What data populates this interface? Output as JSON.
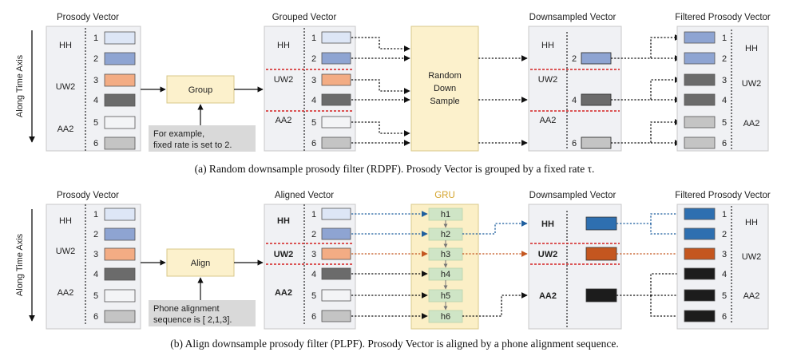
{
  "palette": {
    "c1": "#dde6f6",
    "c2": "#8ea4d2",
    "c3": "#f3ac84",
    "c4": "#6b6b6b",
    "c5": "#f3f4f6",
    "c6": "#c4c4c4",
    "hh_out": "#2e6fb0",
    "uw2_out": "#c4561f",
    "aa2_out": "#1c1c1c",
    "panel": "#f0f1f4",
    "yellow": "#fcf1cc",
    "gru_bg": "#fbefc6",
    "gru_cell": "#cfe5c6",
    "note_bg": "#d9d9d9"
  },
  "axis_label": "Along Time Axis",
  "top": {
    "prosody_title": "Prosody Vector",
    "group_label": "Group",
    "grouped_title": "Grouped Vector",
    "random_lines": [
      "Random",
      "Down",
      "Sample"
    ],
    "downsampled_title": "Downsampled Vector",
    "filtered_title": "Filtered Prosody Vector",
    "note_lines": [
      "For example,",
      "fixed rate is set to 2."
    ],
    "caption": "(a) Random downsample prosody filter (RDPF). Prosody Vector is grouped by a fixed rate τ."
  },
  "bottom": {
    "prosody_title": "Prosody Vector",
    "align_label": "Align",
    "aligned_title": "Aligned Vector",
    "gru_title": "GRU",
    "gru_cells": [
      "h1",
      "h2",
      "h3",
      "h4",
      "h5",
      "h6"
    ],
    "downsampled_title": "Downsampled Vector",
    "filtered_title": "Filtered  Prosody Vector",
    "note_lines": [
      "Phone alignment",
      "sequence is [ 2,1,3]."
    ],
    "caption": "(b) Align downsample prosody filter (PLPF). Prosody Vector is aligned by a phone alignment sequence."
  },
  "phones": [
    "HH",
    "UW2",
    "AA2"
  ],
  "indices": [
    "1",
    "2",
    "3",
    "4",
    "5",
    "6"
  ],
  "top_down_indices": [
    "2",
    "4",
    "6"
  ],
  "top_filtered_indices": [
    "1",
    "2",
    "3",
    "4",
    "5",
    "6"
  ]
}
